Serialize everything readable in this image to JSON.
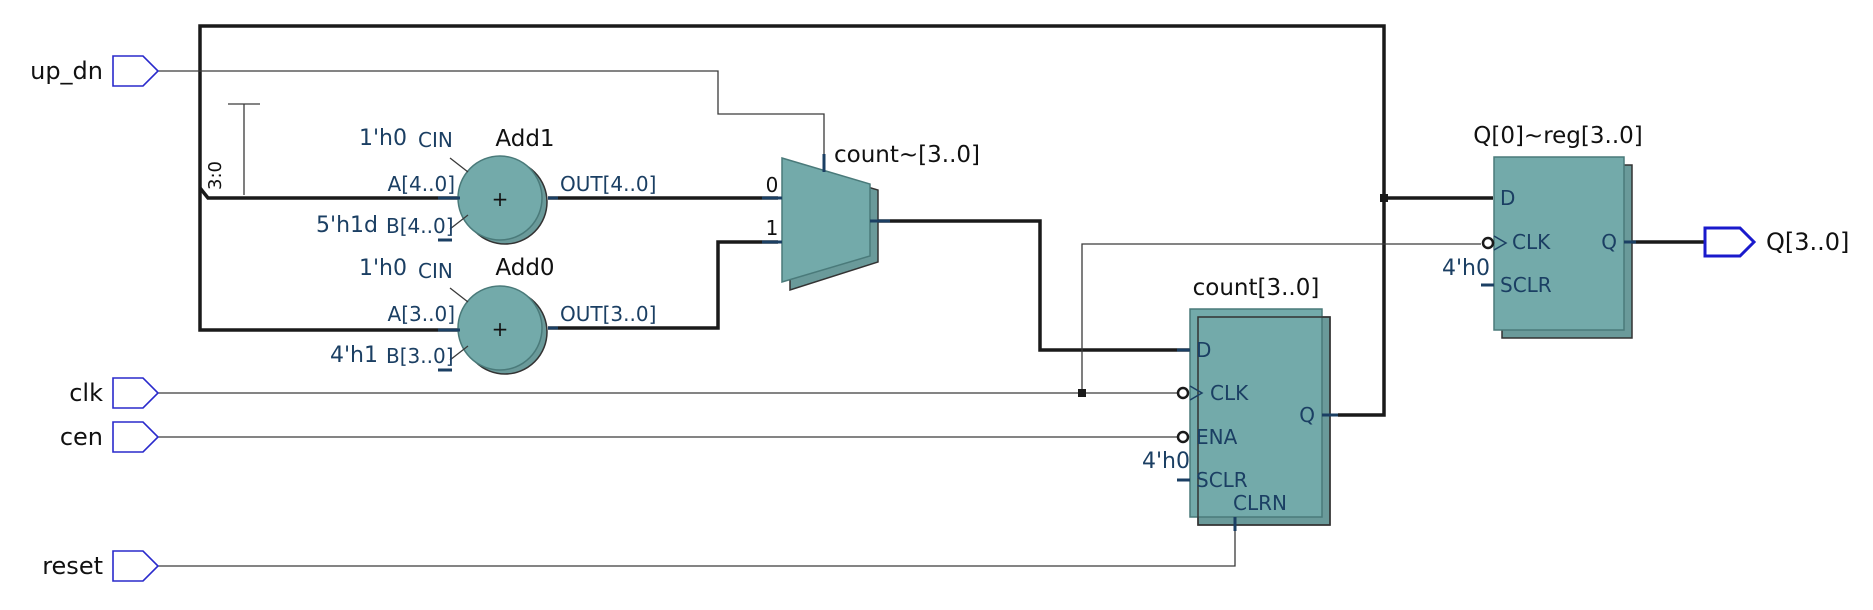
{
  "inputs": {
    "up_dn": "up_dn",
    "clk": "clk",
    "cen": "cen",
    "reset": "reset"
  },
  "output": "Q[3..0]",
  "add1": {
    "name": "Add1",
    "cin_const": "1'h0",
    "cin": "CIN",
    "a": "A[4..0]",
    "b_const": "5'h1d",
    "b": "B[4..0]",
    "out": "OUT[4..0]",
    "op": "+"
  },
  "add0": {
    "name": "Add0",
    "cin_const": "1'h0",
    "cin": "CIN",
    "a": "A[3..0]",
    "b_const": "4'h1",
    "b": "B[3..0]",
    "out": "OUT[3..0]",
    "op": "+"
  },
  "slice": "3:0",
  "mux": {
    "name": "count~[3..0]",
    "in0": "0",
    "in1": "1"
  },
  "count_reg": {
    "name": "count[3..0]",
    "d": "D",
    "clk": "CLK",
    "ena": "ENA",
    "sclr_const": "4'h0",
    "sclr": "SCLR",
    "clrn": "CLRN",
    "q": "Q"
  },
  "q_reg": {
    "name": "Q[0]~reg[3..0]",
    "d": "D",
    "clk": "CLK",
    "sclr_const": "4'h0",
    "sclr": "SCLR",
    "q": "Q"
  }
}
